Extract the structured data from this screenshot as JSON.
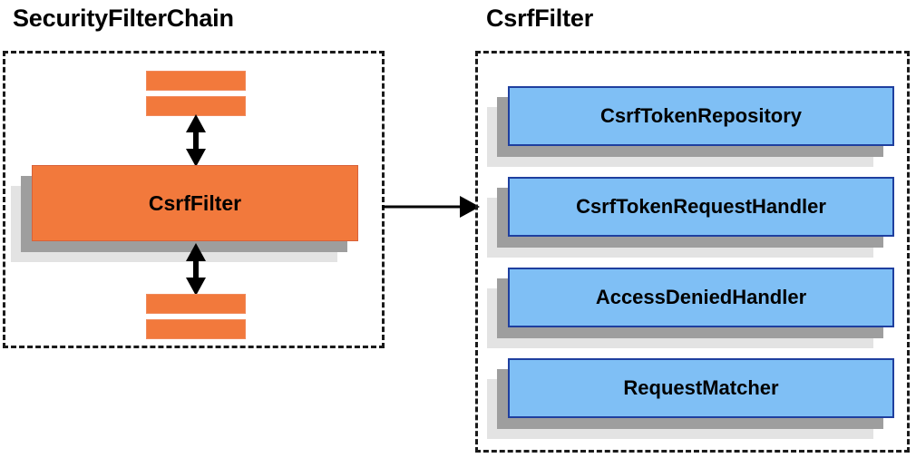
{
  "diagram": {
    "type": "component-relationship-diagram",
    "background_color": "#ffffff",
    "panels": [
      {
        "id": "security-filter-chain",
        "title": "SecurityFilterChain",
        "border_style": "dashed",
        "border_color": "#1a1a1a",
        "accent_color": "#f2793c",
        "main_box": {
          "label": "CsrfFilter",
          "fill": "#f2793c"
        },
        "placeholder_bars_above": 2,
        "placeholder_bars_below": 2,
        "connectors": [
          {
            "from": "filters-above",
            "to": "CsrfFilter",
            "style": "double-headed-vertical"
          },
          {
            "from": "CsrfFilter",
            "to": "filters-below",
            "style": "double-headed-vertical"
          }
        ]
      },
      {
        "id": "csrf-filter",
        "title": "CsrfFilter",
        "border_style": "dashed",
        "border_color": "#1a1a1a",
        "accent_color": "#7fbff5",
        "components": [
          {
            "label": "CsrfTokenRepository",
            "fill": "#7fbff5"
          },
          {
            "label": "CsrfTokenRequestHandler",
            "fill": "#7fbff5"
          },
          {
            "label": "AccessDeniedHandler",
            "fill": "#7fbff5"
          },
          {
            "label": "RequestMatcher",
            "fill": "#7fbff5"
          }
        ]
      }
    ],
    "cross_panel_connector": {
      "from": "security-filter-chain",
      "to": "csrf-filter",
      "style": "single-headed-horizontal",
      "color": "#000000"
    }
  }
}
